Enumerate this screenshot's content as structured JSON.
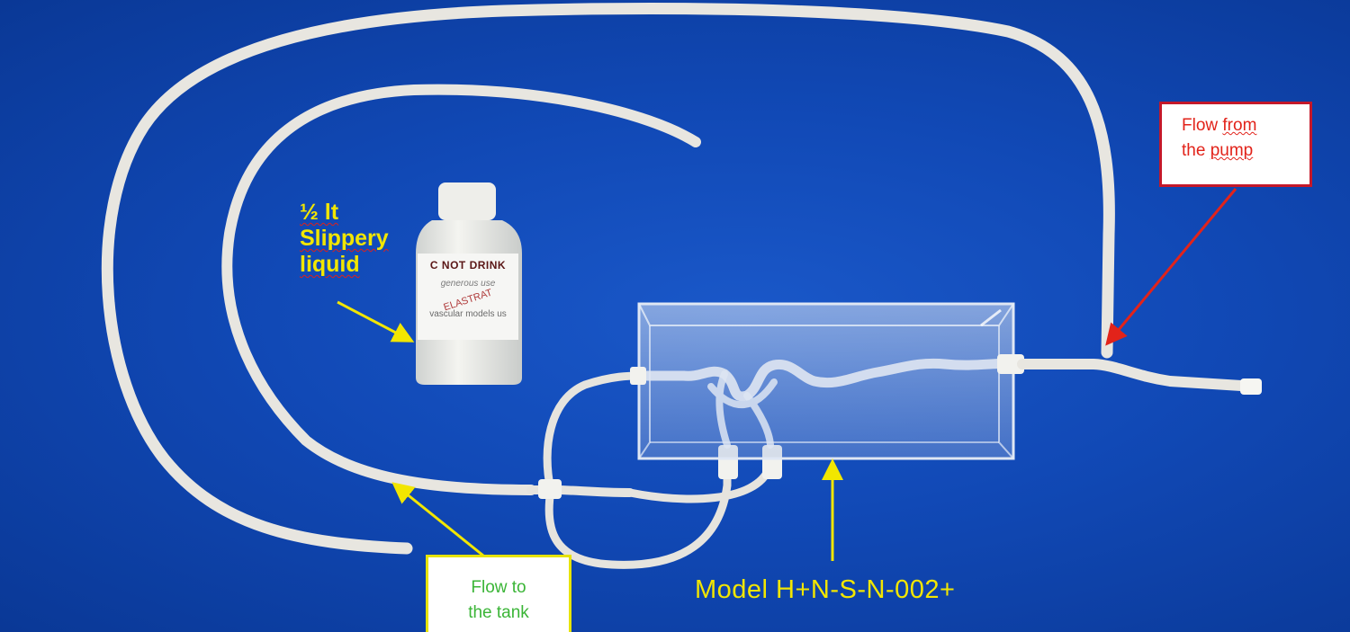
{
  "labels": {
    "slippery_liquid": [
      "½ lt",
      "Slippery",
      "liquid"
    ],
    "flow_from_pump": {
      "word1": "Flow",
      "word2": "from",
      "word3": "the",
      "word4": "pump"
    },
    "flow_to_tank": [
      "Flow to",
      "the tank"
    ],
    "model": "Model H+N-S-N-002+"
  },
  "bottle_label": {
    "line1": "C NOT DRINK ",
    "line2": "generous use",
    "line3": "ELASTRAT",
    "line4": "vascular models us"
  },
  "colors": {
    "background": "#1149b6",
    "tube": "#e8e6e0",
    "annotation_yellow": "#f2e600",
    "annotation_red": "#e2231a",
    "annotation_green": "#3bb537"
  }
}
